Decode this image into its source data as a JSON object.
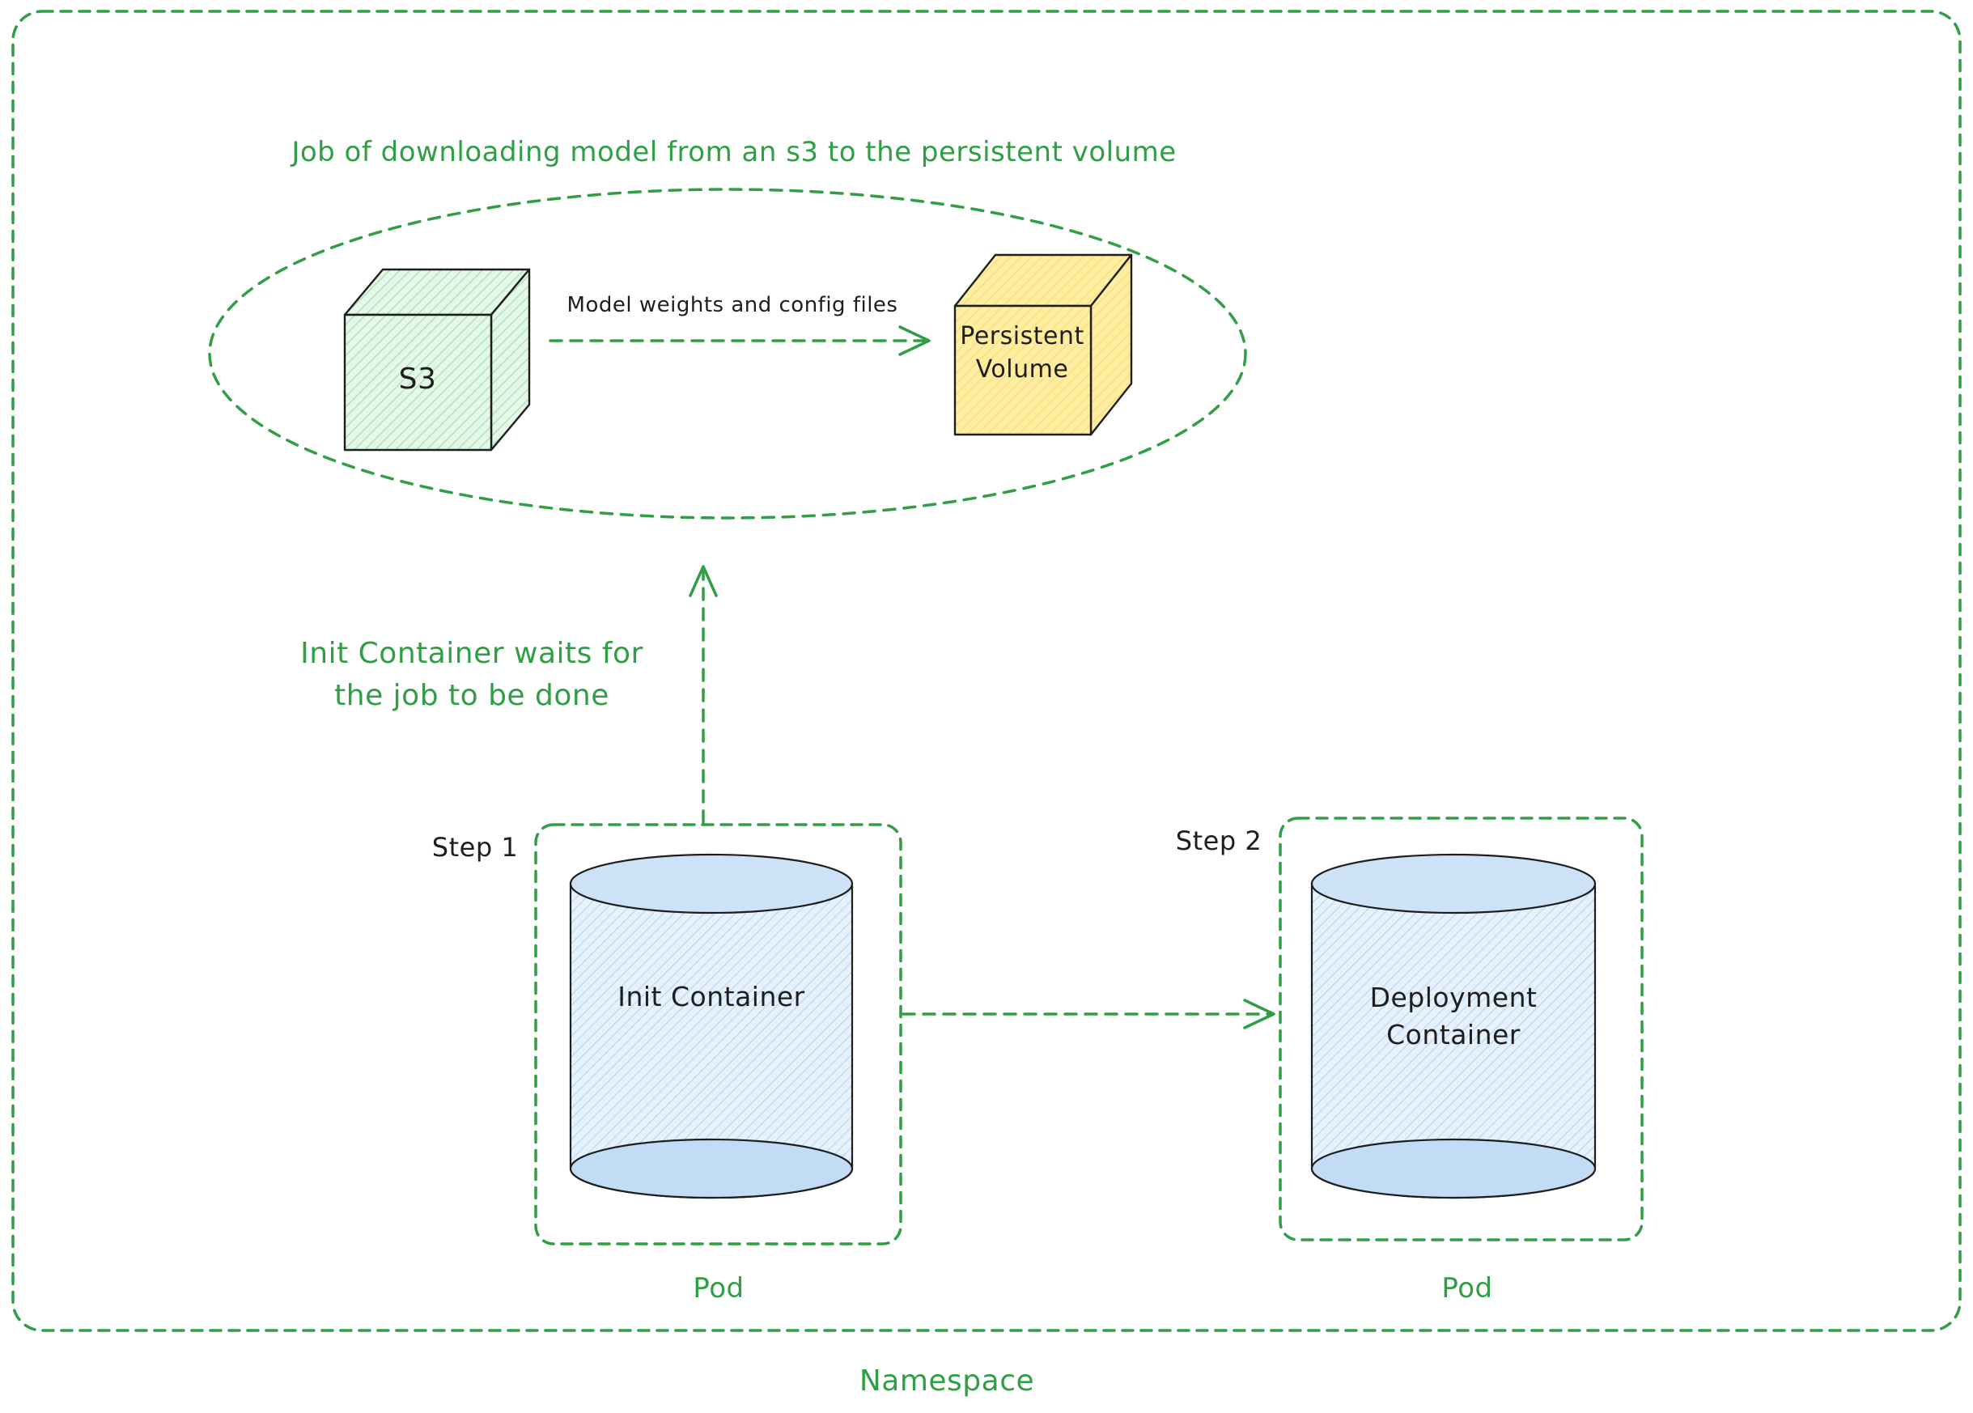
{
  "colors": {
    "green": "#2f9e44",
    "ink": "#1e1e1e",
    "s3_fill": "#b2f2bb",
    "persistent_volume_fill": "#ffec99",
    "container_fill": "#a5d8ff"
  },
  "namespace": {
    "label": "Namespace"
  },
  "job": {
    "title": "Job of downloading model from an s3 to the persistent volume",
    "s3": {
      "label": "S3"
    },
    "transfer_arrow": {
      "label": "Model weights and config files"
    },
    "persistent_volume": {
      "label_line1": "Persistent",
      "label_line2": "Volume"
    }
  },
  "wait_note": {
    "line1": "Init Container waits for",
    "line2": "the job to be done"
  },
  "pods": [
    {
      "step": "Step 1",
      "container_line1": "Init Container",
      "container_line2": "",
      "pod_label": "Pod"
    },
    {
      "step": "Step 2",
      "container_line1": "Deployment",
      "container_line2": "Container",
      "pod_label": "Pod"
    }
  ]
}
